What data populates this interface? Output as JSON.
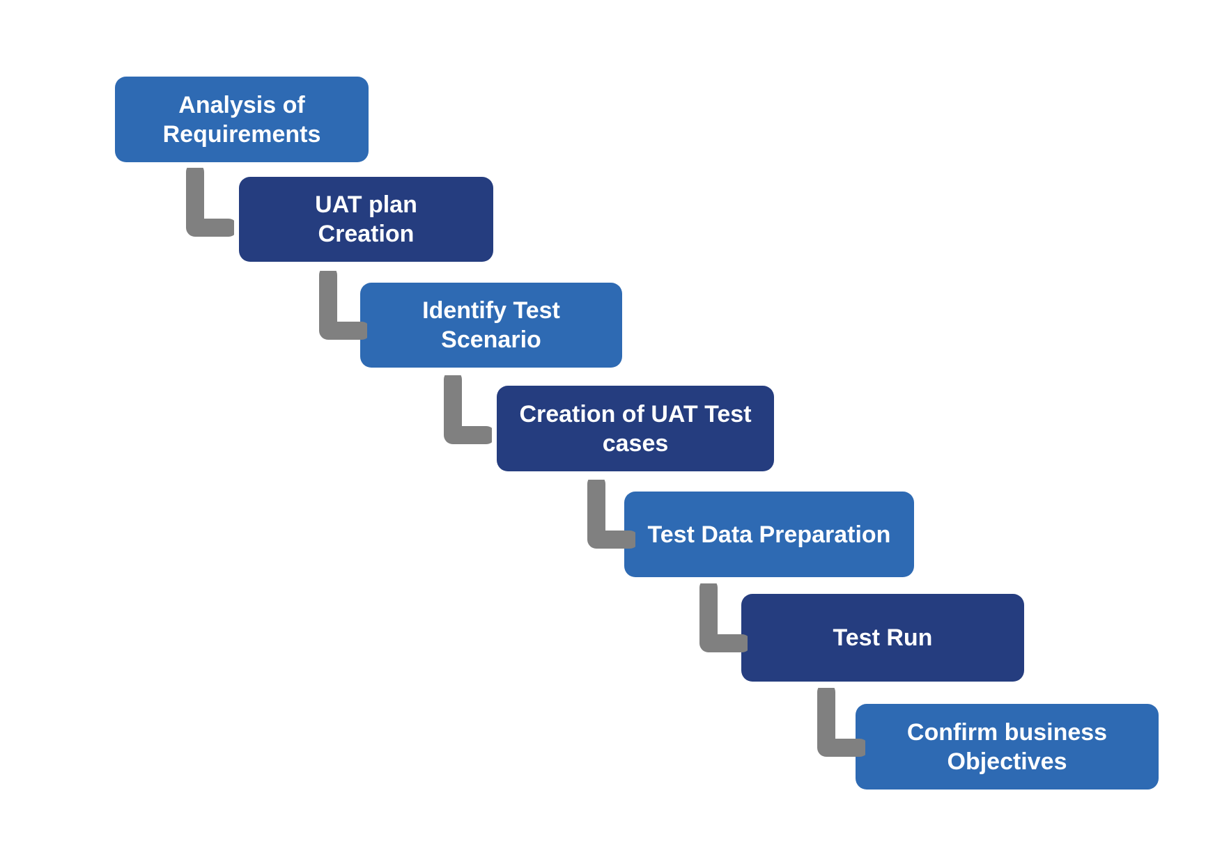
{
  "colors": {
    "step_light": "#2e6ab3",
    "step_dark": "#253d7f",
    "connector": "#808080",
    "text": "#ffffff"
  },
  "steps": [
    {
      "label": "Analysis of\nRequirements"
    },
    {
      "label": "UAT plan\nCreation"
    },
    {
      "label": "Identify Test\nScenario"
    },
    {
      "label": "Creation of UAT Test\ncases"
    },
    {
      "label": "Test Data Preparation"
    },
    {
      "label": "Test Run"
    },
    {
      "label": "Confirm business\nObjectives"
    }
  ],
  "connectors": [
    {
      "icon": "l-shaped-connector-icon"
    },
    {
      "icon": "l-shaped-connector-icon"
    },
    {
      "icon": "l-shaped-connector-icon"
    },
    {
      "icon": "l-shaped-connector-icon"
    },
    {
      "icon": "l-shaped-connector-icon"
    },
    {
      "icon": "l-shaped-connector-icon"
    }
  ]
}
